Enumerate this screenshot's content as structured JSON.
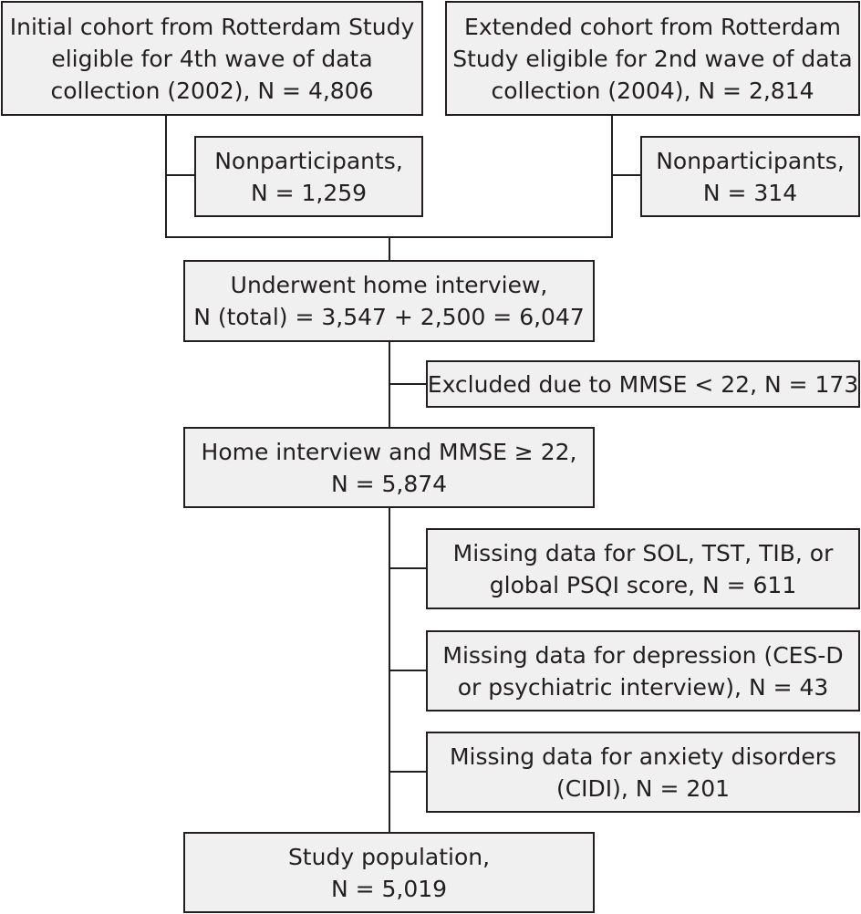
{
  "boxes": {
    "initial_cohort": {
      "lines": [
        "Initial cohort from Rotterdam Study",
        "eligible for 4th wave of data",
        "collection (2002), N = 4,806"
      ]
    },
    "extended_cohort": {
      "lines": [
        "Extended cohort from Rotterdam",
        "Study eligible for 2nd wave of data",
        "collection (2004), N = 2,814"
      ]
    },
    "nonparticipants_initial": {
      "lines": [
        "Nonparticipants,",
        "N = 1,259"
      ]
    },
    "nonparticipants_extended": {
      "lines": [
        "Nonparticipants,",
        "N = 314"
      ]
    },
    "home_interview": {
      "lines": [
        "Underwent home interview,",
        "N (total) = 3,547 + 2,500 = 6,047"
      ]
    },
    "excluded_mmse": {
      "lines": [
        "Excluded due to MMSE < 22, N = 173"
      ]
    },
    "home_interview_mmse": {
      "lines": [
        "Home interview and MMSE ≥ 22,",
        "N = 5,874"
      ]
    },
    "missing_sleep": {
      "lines": [
        "Missing data for SOL, TST, TIB, or",
        "global PSQI score, N = 611"
      ]
    },
    "missing_depression": {
      "lines": [
        "Missing data for depression (CES-D",
        "or psychiatric interview), N = 43"
      ]
    },
    "missing_anxiety": {
      "lines": [
        "Missing data for anxiety disorders",
        "(CIDI), N = 201"
      ]
    },
    "study_population": {
      "lines": [
        "Study population,",
        "N = 5,019"
      ]
    }
  }
}
